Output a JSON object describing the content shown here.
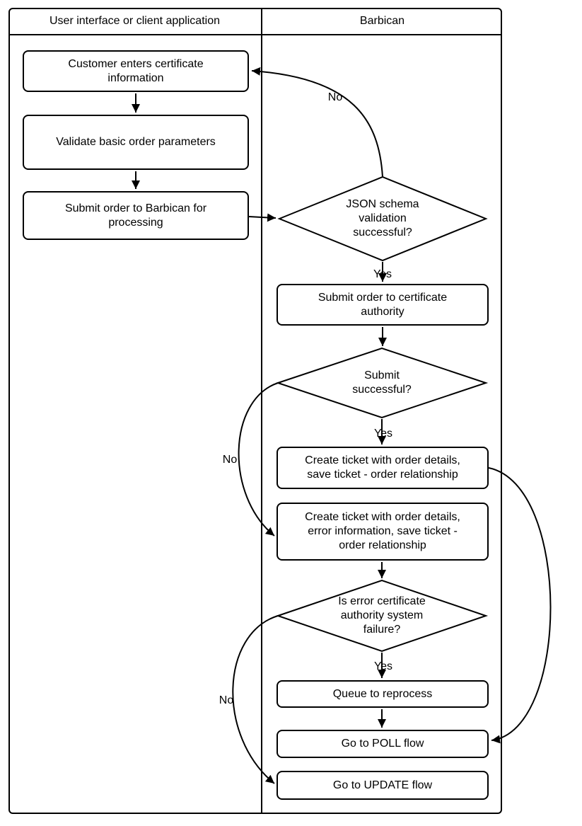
{
  "diagram": {
    "type": "swimlane-flowchart",
    "colors": {
      "stroke": "#000000",
      "fill": "#ffffff",
      "text": "#000000"
    },
    "lanes": [
      {
        "id": "ui",
        "label": "User interface or client application"
      },
      {
        "id": "barbican",
        "label": "Barbican"
      }
    ],
    "nodes": [
      {
        "id": "customer-enters-cert",
        "lane": "ui",
        "type": "process",
        "label": "Customer enters certificate\ninformation"
      },
      {
        "id": "validate-order-params",
        "lane": "ui",
        "type": "process",
        "label": "Validate basic order parameters"
      },
      {
        "id": "submit-order-barbican",
        "lane": "ui",
        "type": "process",
        "label": "Submit order to Barbican for\nprocessing"
      },
      {
        "id": "json-schema-validation",
        "lane": "barbican",
        "type": "decision",
        "label": "JSON schema\nvalidation\nsuccessful?"
      },
      {
        "id": "submit-order-ca",
        "lane": "barbican",
        "type": "process",
        "label": "Submit order to certificate\nauthority"
      },
      {
        "id": "submit-successful",
        "lane": "barbican",
        "type": "decision",
        "label": "Submit\nsuccessful?"
      },
      {
        "id": "create-ticket-order",
        "lane": "barbican",
        "type": "process",
        "label": "Create ticket with order details,\nsave ticket - order relationship"
      },
      {
        "id": "create-ticket-error",
        "lane": "barbican",
        "type": "process",
        "label": "Create ticket with order details,\nerror information, save ticket -\norder relationship"
      },
      {
        "id": "ca-system-failure",
        "lane": "barbican",
        "type": "decision",
        "label": "Is error certificate\nauthority system\nfailure?"
      },
      {
        "id": "queue-reprocess",
        "lane": "barbican",
        "type": "process",
        "label": "Queue to reprocess"
      },
      {
        "id": "goto-poll",
        "lane": "barbican",
        "type": "process",
        "label": "Go to POLL flow"
      },
      {
        "id": "goto-update",
        "lane": "barbican",
        "type": "process",
        "label": "Go to UPDATE flow"
      }
    ],
    "edges": [
      {
        "from": "customer-enters-cert",
        "to": "validate-order-params",
        "label": ""
      },
      {
        "from": "validate-order-params",
        "to": "submit-order-barbican",
        "label": ""
      },
      {
        "from": "submit-order-barbican",
        "to": "json-schema-validation",
        "label": ""
      },
      {
        "from": "json-schema-validation",
        "to": "customer-enters-cert",
        "label": "No"
      },
      {
        "from": "json-schema-validation",
        "to": "submit-order-ca",
        "label": "Yes"
      },
      {
        "from": "submit-order-ca",
        "to": "submit-successful",
        "label": ""
      },
      {
        "from": "submit-successful",
        "to": "create-ticket-order",
        "label": "Yes"
      },
      {
        "from": "submit-successful",
        "to": "create-ticket-error",
        "label": "No"
      },
      {
        "from": "create-ticket-order",
        "to": "goto-poll",
        "label": ""
      },
      {
        "from": "create-ticket-error",
        "to": "ca-system-failure",
        "label": ""
      },
      {
        "from": "ca-system-failure",
        "to": "queue-reprocess",
        "label": "Yes"
      },
      {
        "from": "ca-system-failure",
        "to": "goto-update",
        "label": "No"
      },
      {
        "from": "queue-reprocess",
        "to": "goto-poll",
        "label": ""
      }
    ]
  }
}
